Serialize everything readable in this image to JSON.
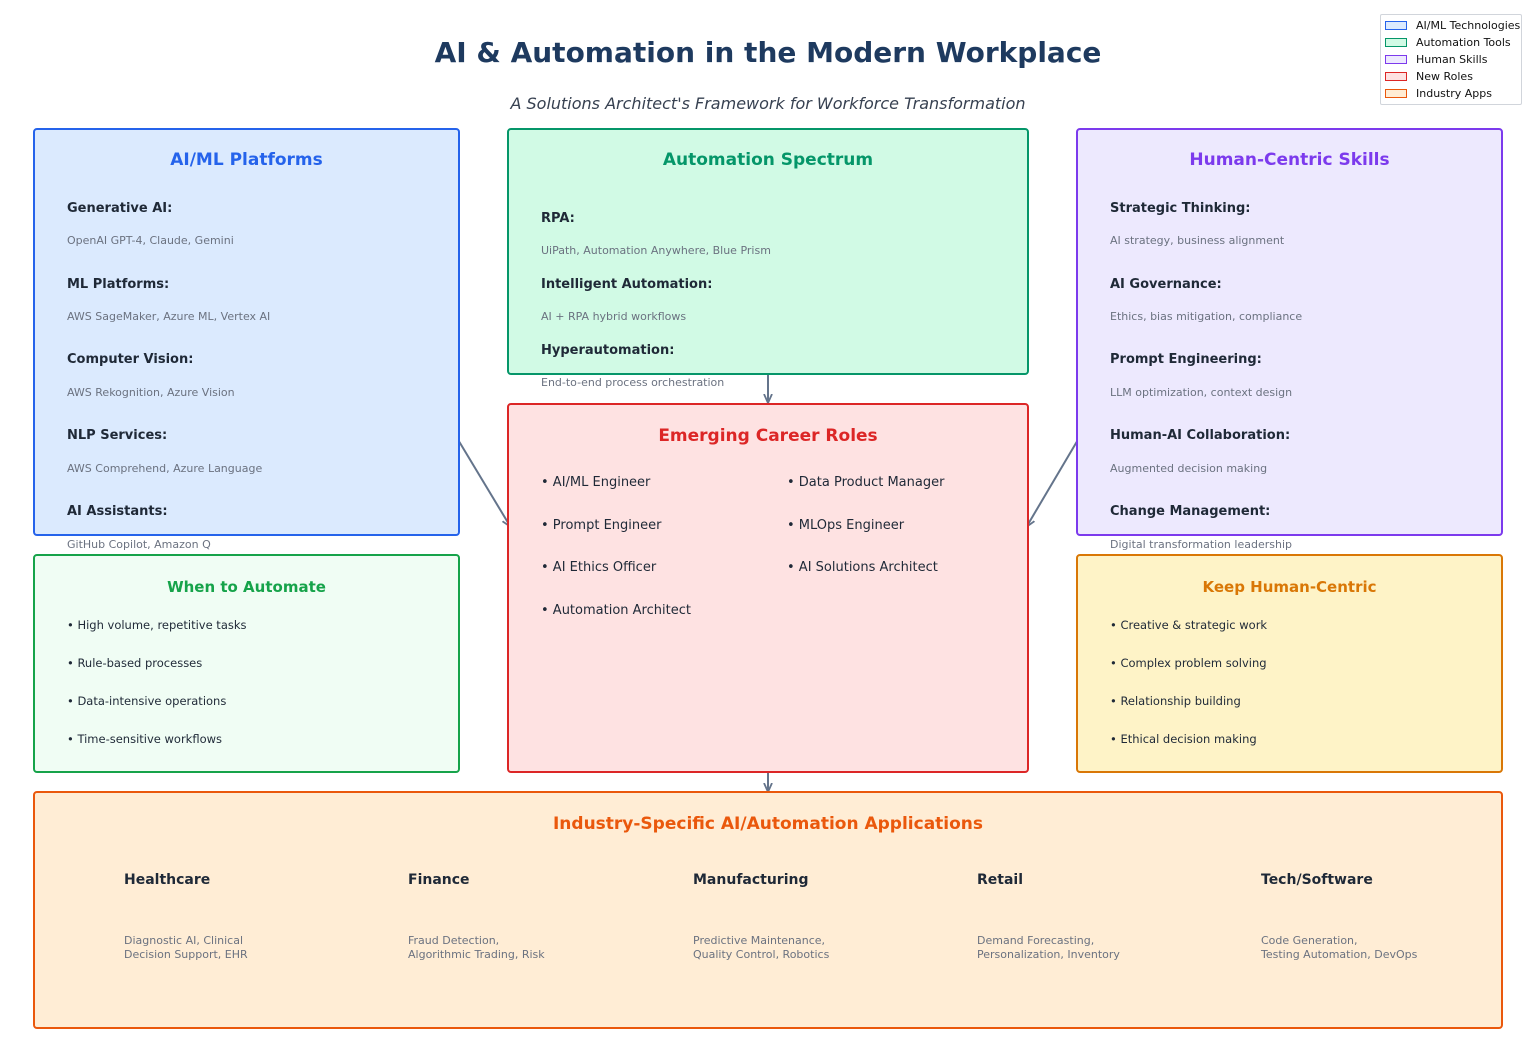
{
  "title": "AI & Automation in the Modern Workplace",
  "subtitle": "A Solutions Architect's Framework for Workforce Transformation",
  "legend": [
    {
      "label": "AI/ML Technologies",
      "color": "#2563eb",
      "fill": "#dbeafe"
    },
    {
      "label": "Automation Tools",
      "color": "#059669",
      "fill": "#d1fae5"
    },
    {
      "label": "Human Skills",
      "color": "#7c3aed",
      "fill": "#ede9fe"
    },
    {
      "label": "New Roles",
      "color": "#dc2626",
      "fill": "#fee2e2"
    },
    {
      "label": "Industry Apps",
      "color": "#ea580c",
      "fill": "#ffedd5"
    }
  ],
  "aiml": {
    "title": "AI/ML Platforms",
    "items": [
      {
        "h": "Generative AI:",
        "s": "OpenAI GPT-4, Claude, Gemini"
      },
      {
        "h": "ML Platforms:",
        "s": "AWS SageMaker, Azure ML, Vertex AI"
      },
      {
        "h": "Computer Vision:",
        "s": "AWS Rekognition, Azure Vision"
      },
      {
        "h": "NLP Services:",
        "s": "AWS Comprehend, Azure Language"
      },
      {
        "h": "AI Assistants:",
        "s": "GitHub Copilot, Amazon Q"
      }
    ]
  },
  "automation": {
    "title": "Automation Spectrum",
    "items": [
      {
        "h": "RPA:",
        "s": "UiPath, Automation Anywhere, Blue Prism"
      },
      {
        "h": "Intelligent Automation:",
        "s": "AI + RPA hybrid workflows"
      },
      {
        "h": "Hyperautomation:",
        "s": "End-to-end process orchestration"
      }
    ]
  },
  "human": {
    "title": "Human-Centric Skills",
    "items": [
      {
        "h": "Strategic Thinking:",
        "s": "AI strategy, business alignment"
      },
      {
        "h": "AI Governance:",
        "s": "Ethics, bias mitigation, compliance"
      },
      {
        "h": "Prompt Engineering:",
        "s": "LLM optimization, context design"
      },
      {
        "h": "Human-AI Collaboration:",
        "s": "Augmented decision making"
      },
      {
        "h": "Change Management:",
        "s": "Digital transformation leadership"
      }
    ]
  },
  "roles": {
    "title": "Emerging Career Roles",
    "left": [
      "• AI/ML Engineer",
      "• Prompt Engineer",
      "• AI Ethics Officer",
      "• Automation Architect"
    ],
    "right": [
      "• Data Product Manager",
      "• MLOps Engineer",
      "• AI Solutions Architect"
    ]
  },
  "when": {
    "title": "When to Automate",
    "items": [
      "• High volume, repetitive tasks",
      "• Rule-based processes",
      "• Data-intensive operations",
      "• Time-sensitive workflows"
    ]
  },
  "keep": {
    "title": "Keep Human-Centric",
    "items": [
      "• Creative & strategic work",
      "• Complex problem solving",
      "• Relationship building",
      "• Ethical decision making"
    ]
  },
  "industry": {
    "title": "Industry-Specific AI/Automation Applications",
    "items": [
      {
        "h": "Healthcare",
        "s": "Diagnostic AI, Clinical\nDecision Support, EHR"
      },
      {
        "h": "Finance",
        "s": "Fraud Detection,\nAlgorithmic Trading, Risk"
      },
      {
        "h": "Manufacturing",
        "s": "Predictive Maintenance,\nQuality Control, Robotics"
      },
      {
        "h": "Retail",
        "s": "Demand Forecasting,\nPersonalization, Inventory"
      },
      {
        "h": "Tech/Software",
        "s": "Code Generation,\nTesting Automation, DevOps"
      }
    ]
  }
}
